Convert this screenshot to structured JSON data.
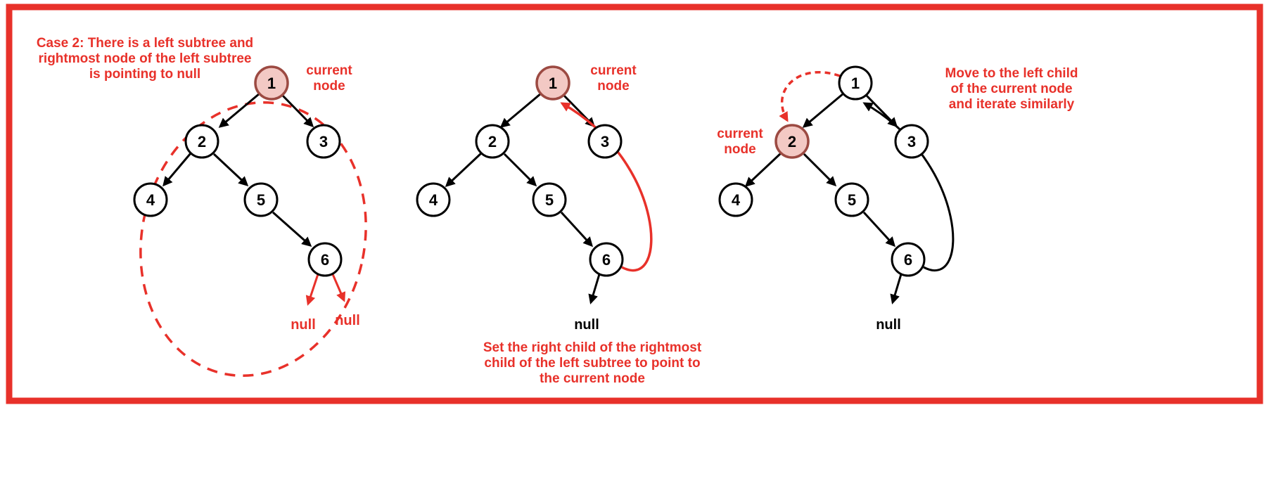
{
  "colors": {
    "accent_red": "#e8312a",
    "node_fill": "#ffffff",
    "node_stroke": "#000000",
    "node_highlight_fill": "#f3c9c4",
    "node_highlight_stroke": "#9c4a42"
  },
  "panels": {
    "case2": {
      "caption": [
        "Case 2: There is a left subtree and",
        "rightmost node of the left subtree",
        "is pointing to null"
      ],
      "current_label": [
        "current",
        "node"
      ],
      "nodes": [
        "1",
        "2",
        "3",
        "4",
        "5",
        "6"
      ],
      "null_left": "null",
      "null_right": "null"
    },
    "link": {
      "current_label": [
        "current",
        "node"
      ],
      "nodes": [
        "1",
        "2",
        "3",
        "4",
        "5",
        "6"
      ],
      "null_label": "null",
      "caption": [
        "Set the right child of the rightmost",
        "child of the left subtree to point to",
        "the current node"
      ]
    },
    "move": {
      "caption": [
        "Move to the left child",
        "of the current node",
        "and iterate similarly"
      ],
      "current_label": [
        "current",
        "node"
      ],
      "nodes": [
        "1",
        "2",
        "3",
        "4",
        "5",
        "6"
      ],
      "null_label": "null"
    }
  }
}
